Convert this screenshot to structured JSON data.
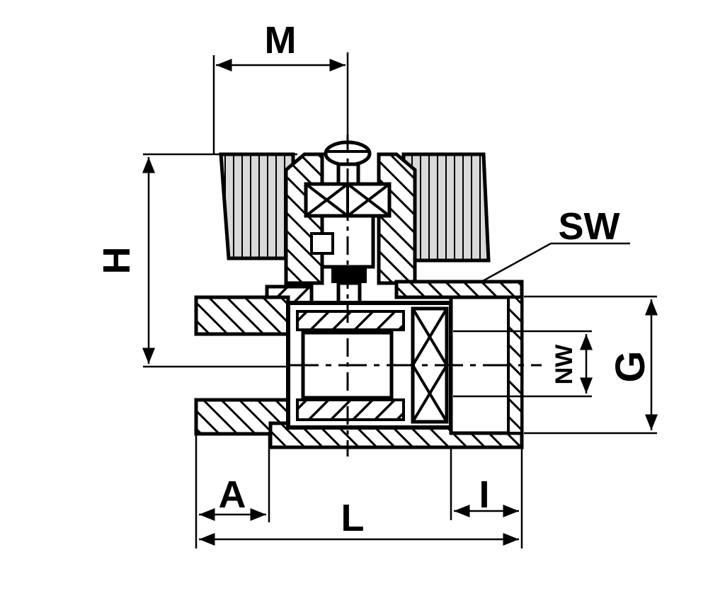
{
  "diagram": {
    "labels": {
      "M": "M",
      "H": "H",
      "SW": "SW",
      "G": "G",
      "NW": "NW",
      "A": "A",
      "L": "L",
      "I": "I"
    },
    "colors": {
      "ink": "#000000",
      "paper": "#ffffff",
      "fill": "#d9d9d9"
    }
  }
}
